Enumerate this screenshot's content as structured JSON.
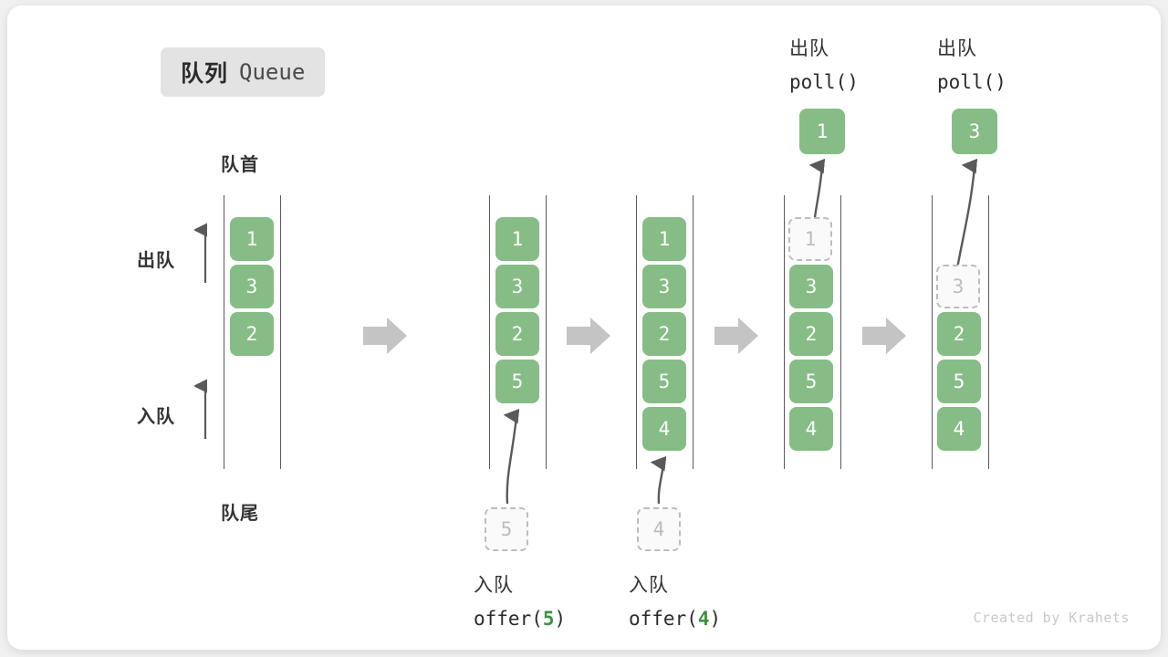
{
  "title": {
    "cn": "队列",
    "en": "Queue"
  },
  "labels": {
    "front": "队首",
    "rear": "队尾",
    "dequeue": "出队",
    "enqueue": "入队"
  },
  "watermark": "Created by Krahets",
  "colors": {
    "cell_green": "#86bd86",
    "ghost_border": "#bdbdbd",
    "ghost_text": "#bdbdbd",
    "rail": "#5a5a5a",
    "step_arrow": "#c4c4c4",
    "accent_code": "#3f9142",
    "badge_bg": "#e3e3e3"
  },
  "steps": [
    {
      "name": "initial",
      "cells": [
        "1",
        "3",
        "2"
      ],
      "ghost_index": -1,
      "incoming": null,
      "popped": null,
      "caption_cn": "",
      "caption_code": "",
      "caption_arg": ""
    },
    {
      "name": "offer-5",
      "cells": [
        "1",
        "3",
        "2",
        "5"
      ],
      "ghost_index": -1,
      "incoming": "5",
      "popped": null,
      "caption_cn": "入队",
      "caption_code_pre": "offer(",
      "caption_arg": "5",
      "caption_code_post": ")"
    },
    {
      "name": "offer-4",
      "cells": [
        "1",
        "3",
        "2",
        "5",
        "4"
      ],
      "ghost_index": -1,
      "incoming": "4",
      "popped": null,
      "caption_cn": "入队",
      "caption_code_pre": "offer(",
      "caption_arg": "4",
      "caption_code_post": ")"
    },
    {
      "name": "poll-1",
      "cells": [
        "1",
        "3",
        "2",
        "5",
        "4"
      ],
      "ghost_index": 0,
      "incoming": null,
      "popped": "1",
      "caption_cn": "出队",
      "caption_code_pre": "poll(",
      "caption_arg": "",
      "caption_code_post": ")"
    },
    {
      "name": "poll-3",
      "cells": [
        "3",
        "2",
        "5",
        "4"
      ],
      "ghost_index": 0,
      "incoming": null,
      "popped": "3",
      "caption_cn": "出队",
      "caption_code_pre": "poll(",
      "caption_arg": "",
      "caption_code_post": ")"
    }
  ]
}
